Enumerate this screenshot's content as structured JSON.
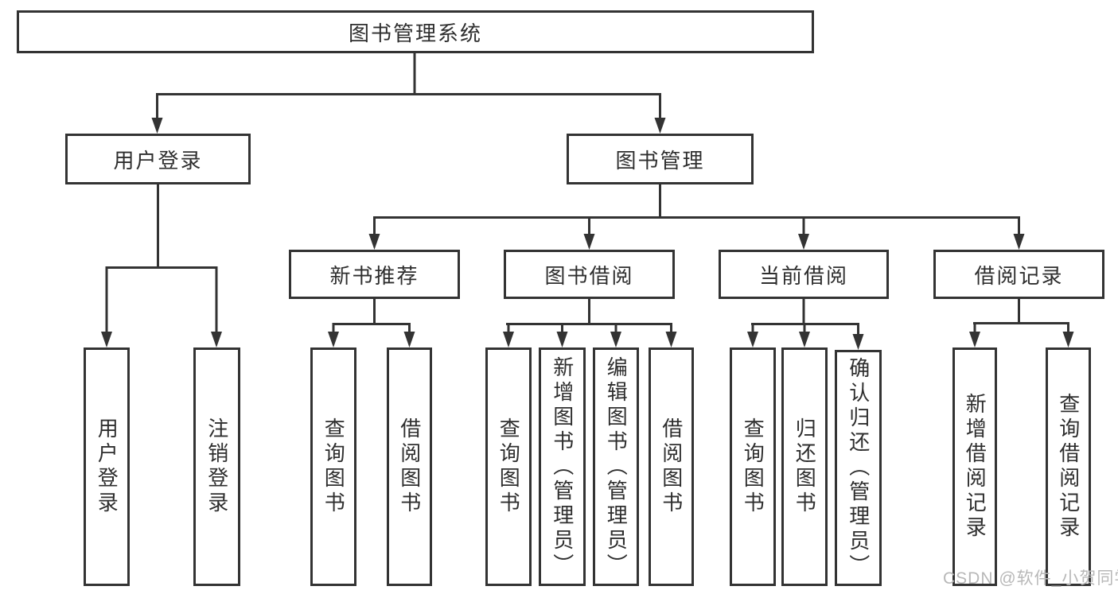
{
  "colors": {
    "line": "#333333",
    "box_border": "#333333",
    "box_fill": "#ffffff",
    "text": "#2e2e2e",
    "watermark": "#b8b8b8",
    "background": "#ffffff"
  },
  "tree": {
    "root": "图书管理系统",
    "branches": [
      {
        "label": "用户登录",
        "children": [
          "用户登录",
          "注销登录"
        ]
      },
      {
        "label": "图书管理",
        "groups": [
          {
            "label": "新书推荐",
            "children": [
              "查询图书",
              "借阅图书"
            ]
          },
          {
            "label": "图书借阅",
            "children": [
              "查询图书",
              "新增图书（管理员）",
              "编辑图书（管理员）",
              "借阅图书"
            ]
          },
          {
            "label": "当前借阅",
            "children": [
              "查询图书",
              "归还图书",
              "确认归还（管理员）"
            ]
          },
          {
            "label": "借阅记录",
            "children": [
              "新增借阅记录",
              "查询借阅记录"
            ]
          }
        ]
      }
    ]
  },
  "watermark": "CSDN @软件_小贺同学"
}
